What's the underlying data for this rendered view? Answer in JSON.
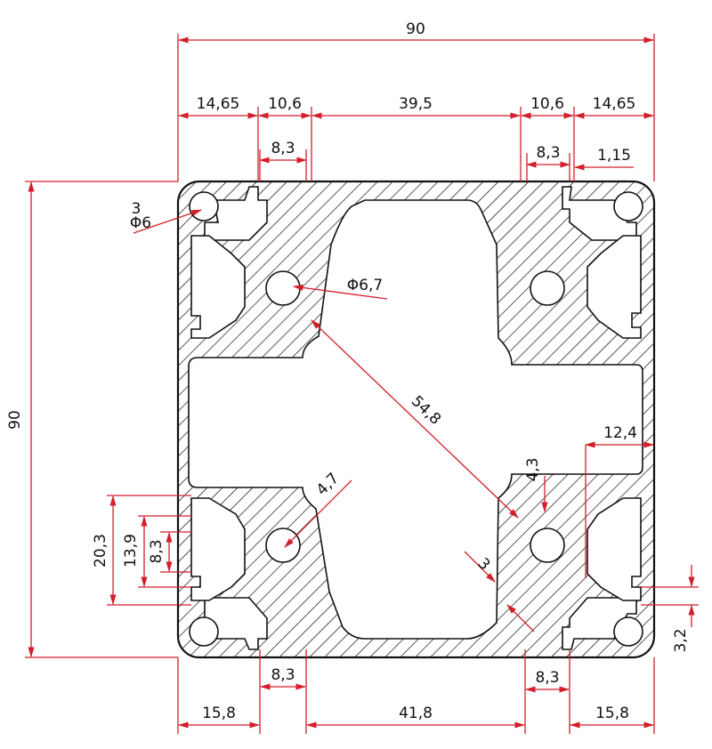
{
  "colors": {
    "dimension": "#d21f2b",
    "outline": "#111111",
    "hatch": "#111111",
    "background": "#ffffff"
  },
  "dimensions": {
    "overall_width": "90",
    "overall_height": "90",
    "top_left_edge": "14,65",
    "top_left_slot": "10,6",
    "top_center": "39,5",
    "top_right_slot": "10,6",
    "top_right_edge": "14,65",
    "slot_opening_left": "8,3",
    "slot_opening_right": "8,3",
    "lip_thickness": "1,15",
    "corner_hole_dia": "Φ6",
    "corner_hole_offset": "3",
    "core_hole_dia": "Φ6,7",
    "diagonal": "54,8",
    "wall_right": "12,4",
    "web_depth": "4,3",
    "core_wall": "4,7",
    "web_thickness": "3",
    "left_h1": "20,3",
    "left_h2": "13,9",
    "left_h3": "8,3",
    "bottom_slot_left": "8,3",
    "bottom_slot_right": "8,3",
    "bottom_left": "15,8",
    "bottom_center": "41,8",
    "bottom_right": "15,8",
    "right_lip": "3,2"
  }
}
